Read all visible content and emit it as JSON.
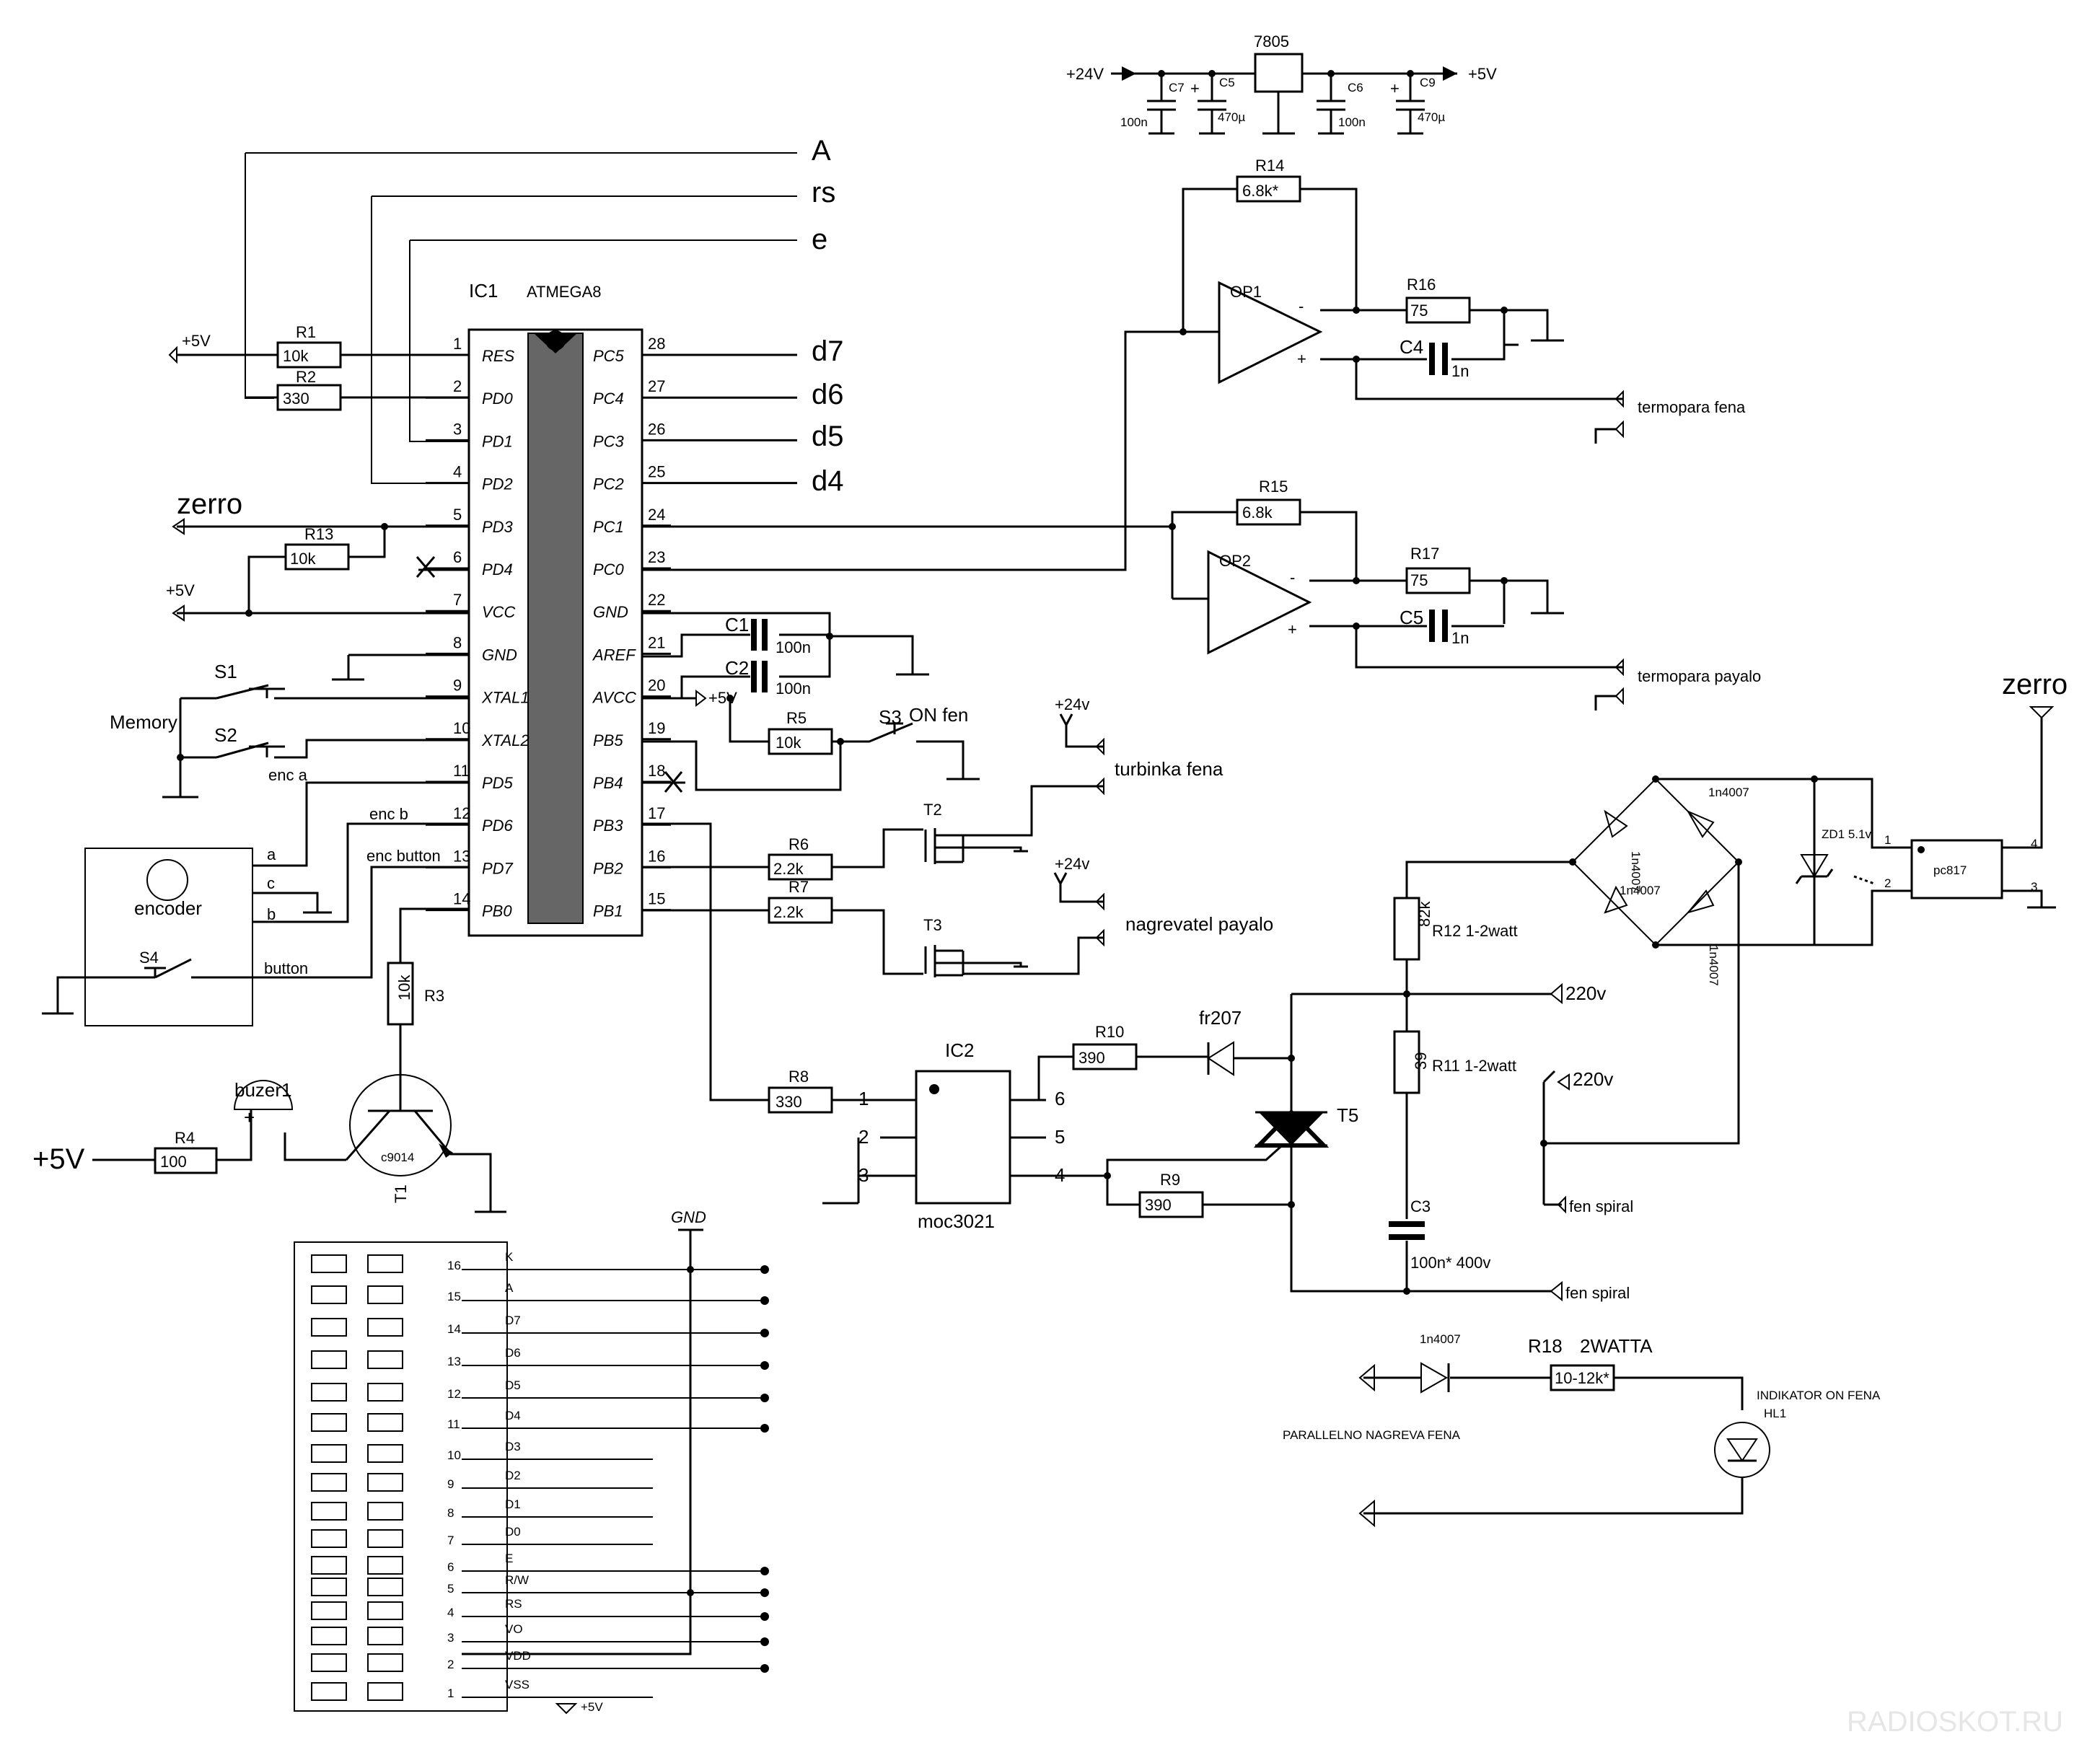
{
  "mcu": {
    "ref": "IC1",
    "part": "ATMEGA8",
    "left_pins": [
      {
        "num": "1",
        "name": "RES"
      },
      {
        "num": "2",
        "name": "PD0"
      },
      {
        "num": "3",
        "name": "PD1"
      },
      {
        "num": "4",
        "name": "PD2"
      },
      {
        "num": "5",
        "name": "PD3"
      },
      {
        "num": "6",
        "name": "PD4"
      },
      {
        "num": "7",
        "name": "VCC"
      },
      {
        "num": "8",
        "name": "GND"
      },
      {
        "num": "9",
        "name": "XTAL1"
      },
      {
        "num": "10",
        "name": "XTAL2"
      },
      {
        "num": "11",
        "name": "PD5"
      },
      {
        "num": "12",
        "name": "PD6"
      },
      {
        "num": "13",
        "name": "PD7"
      },
      {
        "num": "14",
        "name": "PB0"
      }
    ],
    "right_pins": [
      {
        "num": "28",
        "name": "PC5"
      },
      {
        "num": "27",
        "name": "PC4"
      },
      {
        "num": "26",
        "name": "PC3"
      },
      {
        "num": "25",
        "name": "PC2"
      },
      {
        "num": "24",
        "name": "PC1"
      },
      {
        "num": "23",
        "name": "PC0"
      },
      {
        "num": "22",
        "name": "GND"
      },
      {
        "num": "21",
        "name": "AREF"
      },
      {
        "num": "20",
        "name": "AVCC"
      },
      {
        "num": "19",
        "name": "PB5"
      },
      {
        "num": "18",
        "name": "PB4"
      },
      {
        "num": "17",
        "name": "PB3"
      },
      {
        "num": "16",
        "name": "PB2"
      },
      {
        "num": "15",
        "name": "PB1"
      }
    ]
  },
  "nets": {
    "A": "A",
    "rs": "rs",
    "e": "e",
    "d7": "d7",
    "d6": "d6",
    "d5": "d5",
    "d4": "d4",
    "zerro": "zerro",
    "zerro2": "zerro",
    "plus5v": "+5V",
    "plus5v_vcc": "+5V",
    "plus5v_avcc": "+5V",
    "plus5v_big": "+5V",
    "plus24v": "+24V",
    "plus5v_reg": "+5V",
    "plus24v_a": "+24v",
    "plus24v_b": "+24v",
    "ac220_a": "220v",
    "ac220_b": "220v"
  },
  "regulator": {
    "ref": "7805",
    "c7": "C7",
    "c7v": "100n",
    "c5a": "C5",
    "c5av": "470µ",
    "c6": "C6",
    "c6v": "100n",
    "c9": "C9",
    "c9v": "470µ"
  },
  "parts": {
    "r1": "R1",
    "r1v": "10k",
    "r2": "R2",
    "r2v": "330",
    "r13": "R13",
    "r13v": "10k",
    "r14": "R14",
    "r14v": "6.8k*",
    "r16": "R16",
    "r16v": "75",
    "c4": "C4",
    "c4v": "1n",
    "op1": "OP1",
    "op2": "OP2",
    "r15": "R15",
    "r15v": "6.8k",
    "r17": "R17",
    "r17v": "75",
    "c5": "C5",
    "c5v": "1n",
    "c1": "C1",
    "c1v": "100n",
    "c2": "C2",
    "c2v": "100n",
    "r5": "R5",
    "r5v": "10k",
    "s3": "S3",
    "s3l": "ON fen",
    "r6": "R6",
    "r6v": "2.2k",
    "r7": "R7",
    "r7v": "2.2k",
    "t2": "T2",
    "t3": "T3",
    "s1": "S1",
    "s2": "S2",
    "memory": "Memory",
    "enca": "enc a",
    "encb": "enc b",
    "encbtn": "enc button",
    "encoder": "encoder",
    "pa": "a",
    "pc": "c",
    "pb": "b",
    "s4": "S4",
    "button": "button",
    "r3": "R3",
    "r3v": "10k",
    "r4": "R4",
    "r4v": "100",
    "buzer": "buzer1",
    "plus": "+",
    "t1": "T1",
    "t1v": "c9014",
    "r8": "R8",
    "r8v": "330",
    "ic2": "IC2",
    "ic2v": "moc3021",
    "ic2p1": "1",
    "ic2p2": "2",
    "ic2p3": "3",
    "ic2p4": "4",
    "ic2p5": "5",
    "ic2p6": "6",
    "r10": "R10",
    "r10v": "390",
    "fr207": "fr207",
    "r9": "R9",
    "r9v": "390",
    "t5": "T5",
    "r12": "R12 1-2watt",
    "r12v": "82k",
    "r11": "R11 1-2watt",
    "r11v": "39",
    "c3": "C3",
    "c3v": "100n* 400v",
    "d_bridge1": "1n4007",
    "d_bridge2": "1n4007",
    "d_bridge3": "1n4007",
    "d_bridge4": "1n4007",
    "zd1": "ZD1 5.1v",
    "pc817": "pc817",
    "pcp1": "1",
    "pcp2": "2",
    "pcp3": "3",
    "pcp4": "4",
    "d18": "1n4007",
    "r18": "R18",
    "r18w": "2WATTA",
    "r18v": "10-12k*",
    "hl1a": "INDIKATOR ON FENA",
    "hl1b": "HL1",
    "parallel": "PARALLELNO NAGREVA FENA"
  },
  "outputs": {
    "termopara_fena": "termopara fena",
    "termopara_payalo": "termopara payalo",
    "turbinka": "turbinka fena",
    "nagrevatel": "nagrevatel payalo",
    "fen_spiral1": "fen spiral",
    "fen_spiral2": "fen spiral"
  },
  "lcd": {
    "gnd": "GND",
    "plus5v": "+5V",
    "pins": [
      {
        "num": "16",
        "name": "K"
      },
      {
        "num": "15",
        "name": "A"
      },
      {
        "num": "14",
        "name": "D7"
      },
      {
        "num": "13",
        "name": "D6"
      },
      {
        "num": "12",
        "name": "D5"
      },
      {
        "num": "11",
        "name": "D4"
      },
      {
        "num": "10",
        "name": "D3"
      },
      {
        "num": "9",
        "name": "D2"
      },
      {
        "num": "8",
        "name": "D1"
      },
      {
        "num": "7",
        "name": "D0"
      },
      {
        "num": "6",
        "name": "E"
      },
      {
        "num": "5",
        "name": "R/W"
      },
      {
        "num": "4",
        "name": "RS"
      },
      {
        "num": "3",
        "name": "VO"
      },
      {
        "num": "2",
        "name": "VDD"
      },
      {
        "num": "1",
        "name": "VSS"
      }
    ]
  },
  "watermark": "RADIOSKOT.RU"
}
